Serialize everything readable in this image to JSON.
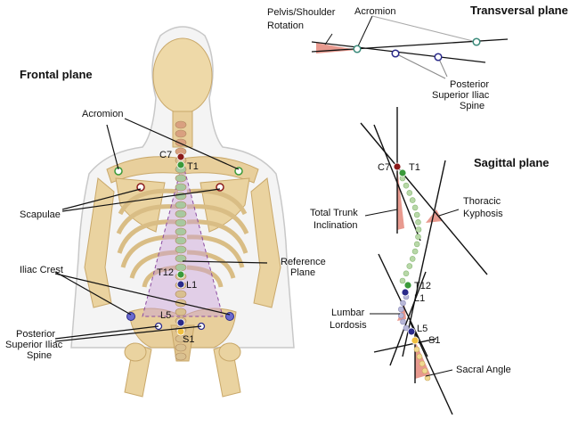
{
  "frontal": {
    "title": "Frontal plane",
    "labels": {
      "acromion": "Acromion",
      "scapulae": "Scapulae",
      "iliac_crest": "Iliac Crest",
      "psis_line1": "Posterior",
      "psis_line2": "Superior Iliac",
      "psis_line3": "Spine",
      "reference_line1": "Reference",
      "reference_line2": "Plane"
    },
    "vertebra_labels": {
      "c7": "C7",
      "t1": "T1",
      "t12": "T12",
      "l1": "L1",
      "l5": "L5",
      "s1": "S1"
    }
  },
  "transversal": {
    "title": "Transversal plane",
    "labels": {
      "rotation_line1": "Pelvis/Shoulder",
      "rotation_line2": "Rotation",
      "acromion": "Acromion",
      "psis_line1": "Posterior",
      "psis_line2": "Superior Iliac",
      "psis_line3": "Spine"
    }
  },
  "sagittal": {
    "title": "Sagittal plane",
    "labels": {
      "trunk_line1": "Total Trunk",
      "trunk_line2": "Inclination",
      "kyphosis_line1": "Thoracic",
      "kyphosis_line2": "Kyphosis",
      "lordosis_line1": "Lumbar",
      "lordosis_line2": "Lordosis",
      "sacral": "Sacral Angle"
    },
    "vertebra_labels": {
      "c7": "C7",
      "t1": "T1",
      "t12": "T12",
      "l1": "L1",
      "l5": "L5",
      "s1": "S1"
    }
  },
  "colors": {
    "bone": "#e8cf9c",
    "bone_dark": "#c9a86a",
    "skin_outline": "#b8b8b8",
    "angle_fill": "#e89a8f",
    "marker_red": "#8b1a1a",
    "marker_green": "#3a9a3a",
    "marker_blue": "#2a2a8a",
    "marker_yellow": "#f0c040",
    "marker_teal": "#3a8a7a",
    "reference_plane": "#c9a0d8"
  }
}
